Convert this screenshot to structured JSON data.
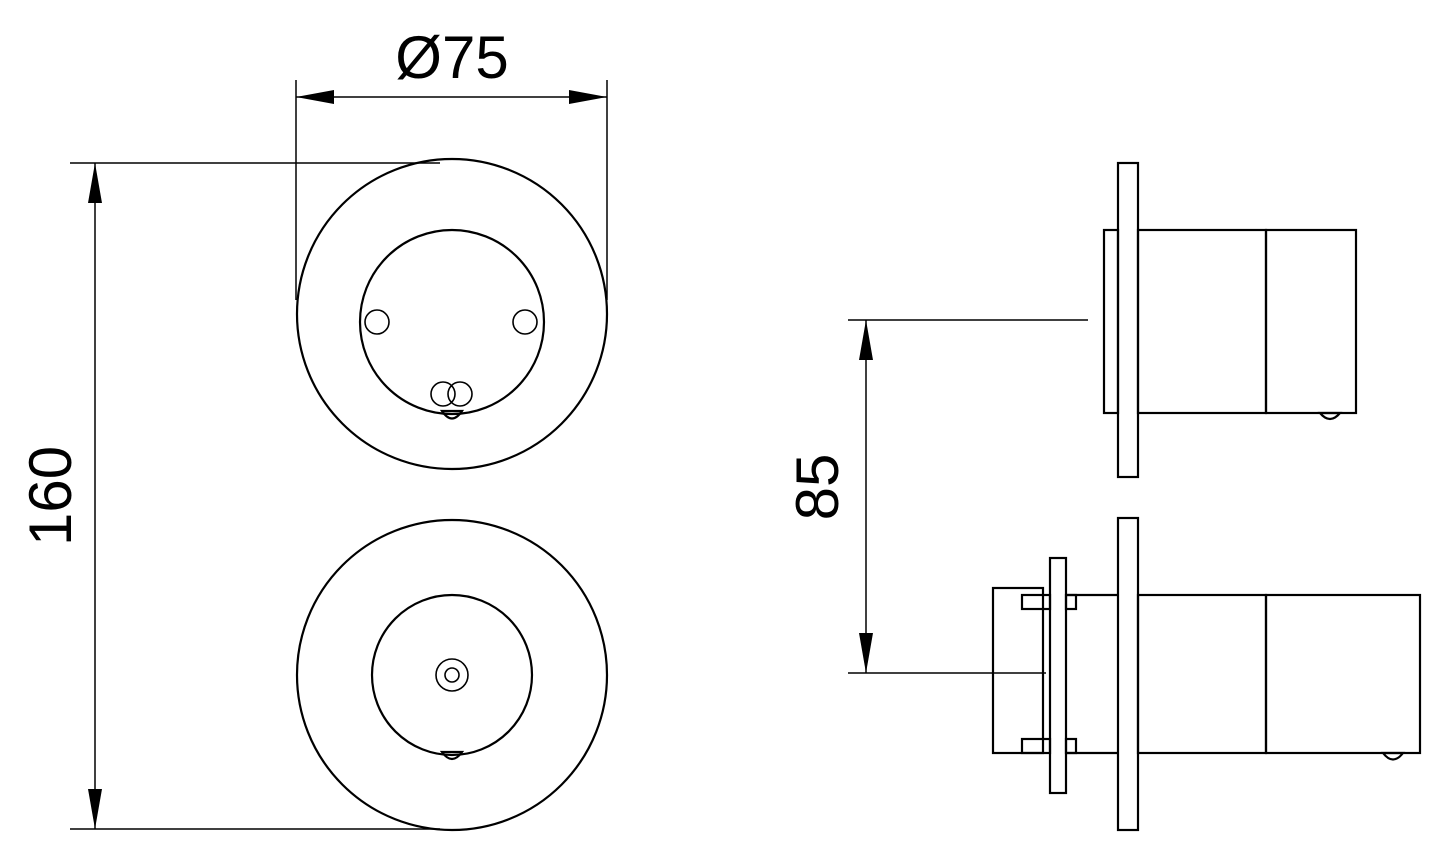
{
  "dimensions": {
    "diameter": "Ø75",
    "height_total": "160",
    "spacing": "85"
  },
  "colors": {
    "line": "#000000",
    "background": "#ffffff"
  }
}
